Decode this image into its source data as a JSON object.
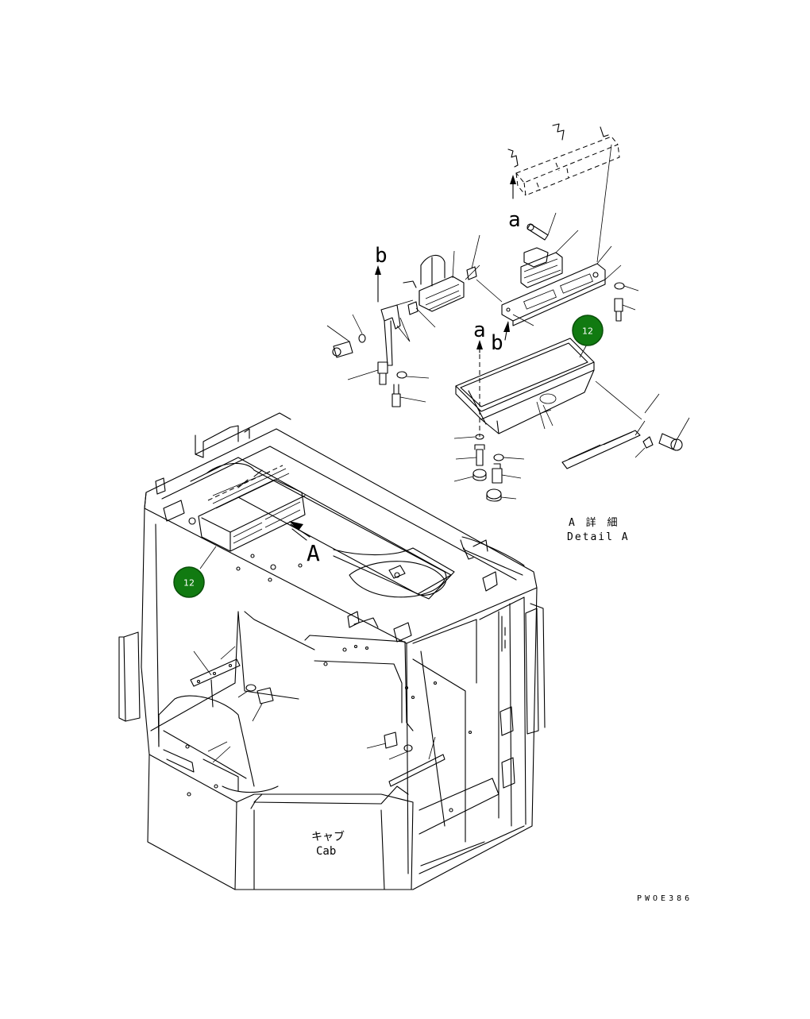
{
  "callouts": [
    {
      "id": "callout-1",
      "text": "12",
      "color": "#117a11"
    },
    {
      "id": "callout-2",
      "text": "12",
      "color": "#117a11"
    }
  ],
  "labels": {
    "view_a_arrow": "A",
    "detail_ja": "A 詳 細",
    "detail_en": "Detail A",
    "ref_a_top": "a",
    "ref_b_left": "b",
    "ref_a_mid": "a",
    "ref_b_mid": "b",
    "cab_ja": "キャブ",
    "cab_en": "Cab",
    "drawing_code": "PWOE386"
  }
}
